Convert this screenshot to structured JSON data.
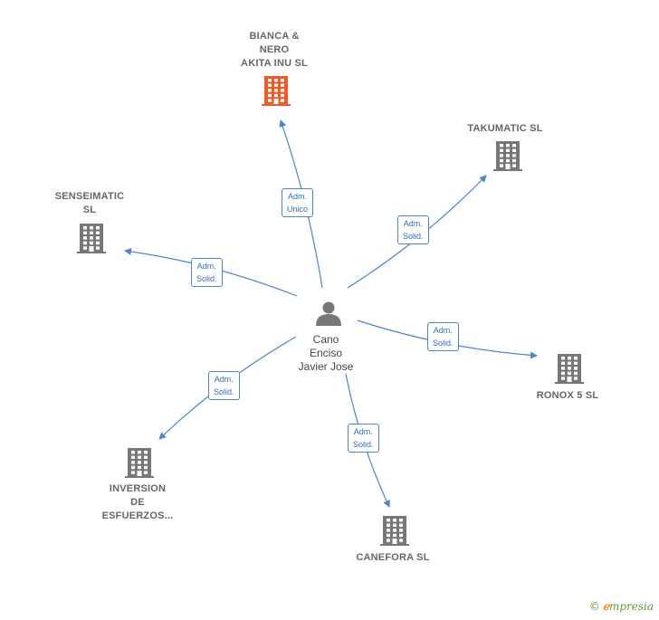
{
  "center": {
    "label": "Cano\nEnciso\nJavier Jose",
    "icon": "person-icon"
  },
  "companies": [
    {
      "id": "bianca",
      "label": "BIANCA &\nNERO\nAKITA INU  SL",
      "color": "#f05a28",
      "icon": "building-icon"
    },
    {
      "id": "takumatic",
      "label": "TAKUMATIC  SL",
      "color": "#777777",
      "icon": "building-icon"
    },
    {
      "id": "senseimatic",
      "label": "SENSEIMATIC\nSL",
      "color": "#777777",
      "icon": "building-icon"
    },
    {
      "id": "ronox",
      "label": "RONOX 5 SL",
      "color": "#777777",
      "icon": "building-icon"
    },
    {
      "id": "inversion",
      "label": "INVERSION\nDE\nESFUERZOS...",
      "color": "#777777",
      "icon": "building-icon"
    },
    {
      "id": "canefora",
      "label": "CANEFORA  SL",
      "color": "#777777",
      "icon": "building-icon"
    }
  ],
  "relations": [
    {
      "to": "bianca",
      "label": "Adm.\nUnico"
    },
    {
      "to": "takumatic",
      "label": "Adm.\nSolid."
    },
    {
      "to": "senseimatic",
      "label": "Adm.\nSolid."
    },
    {
      "to": "ronox",
      "label": "Adm.\nSolid."
    },
    {
      "to": "inversion",
      "label": "Adm.\nSolid."
    },
    {
      "to": "canefora",
      "label": "Adm.\nSolid."
    }
  ],
  "colors": {
    "edge": "#4a86c8",
    "edge_label_text": "#2f6db5"
  },
  "brand": {
    "copyright": "©",
    "e": "ℯ",
    "name": "mpresia"
  }
}
